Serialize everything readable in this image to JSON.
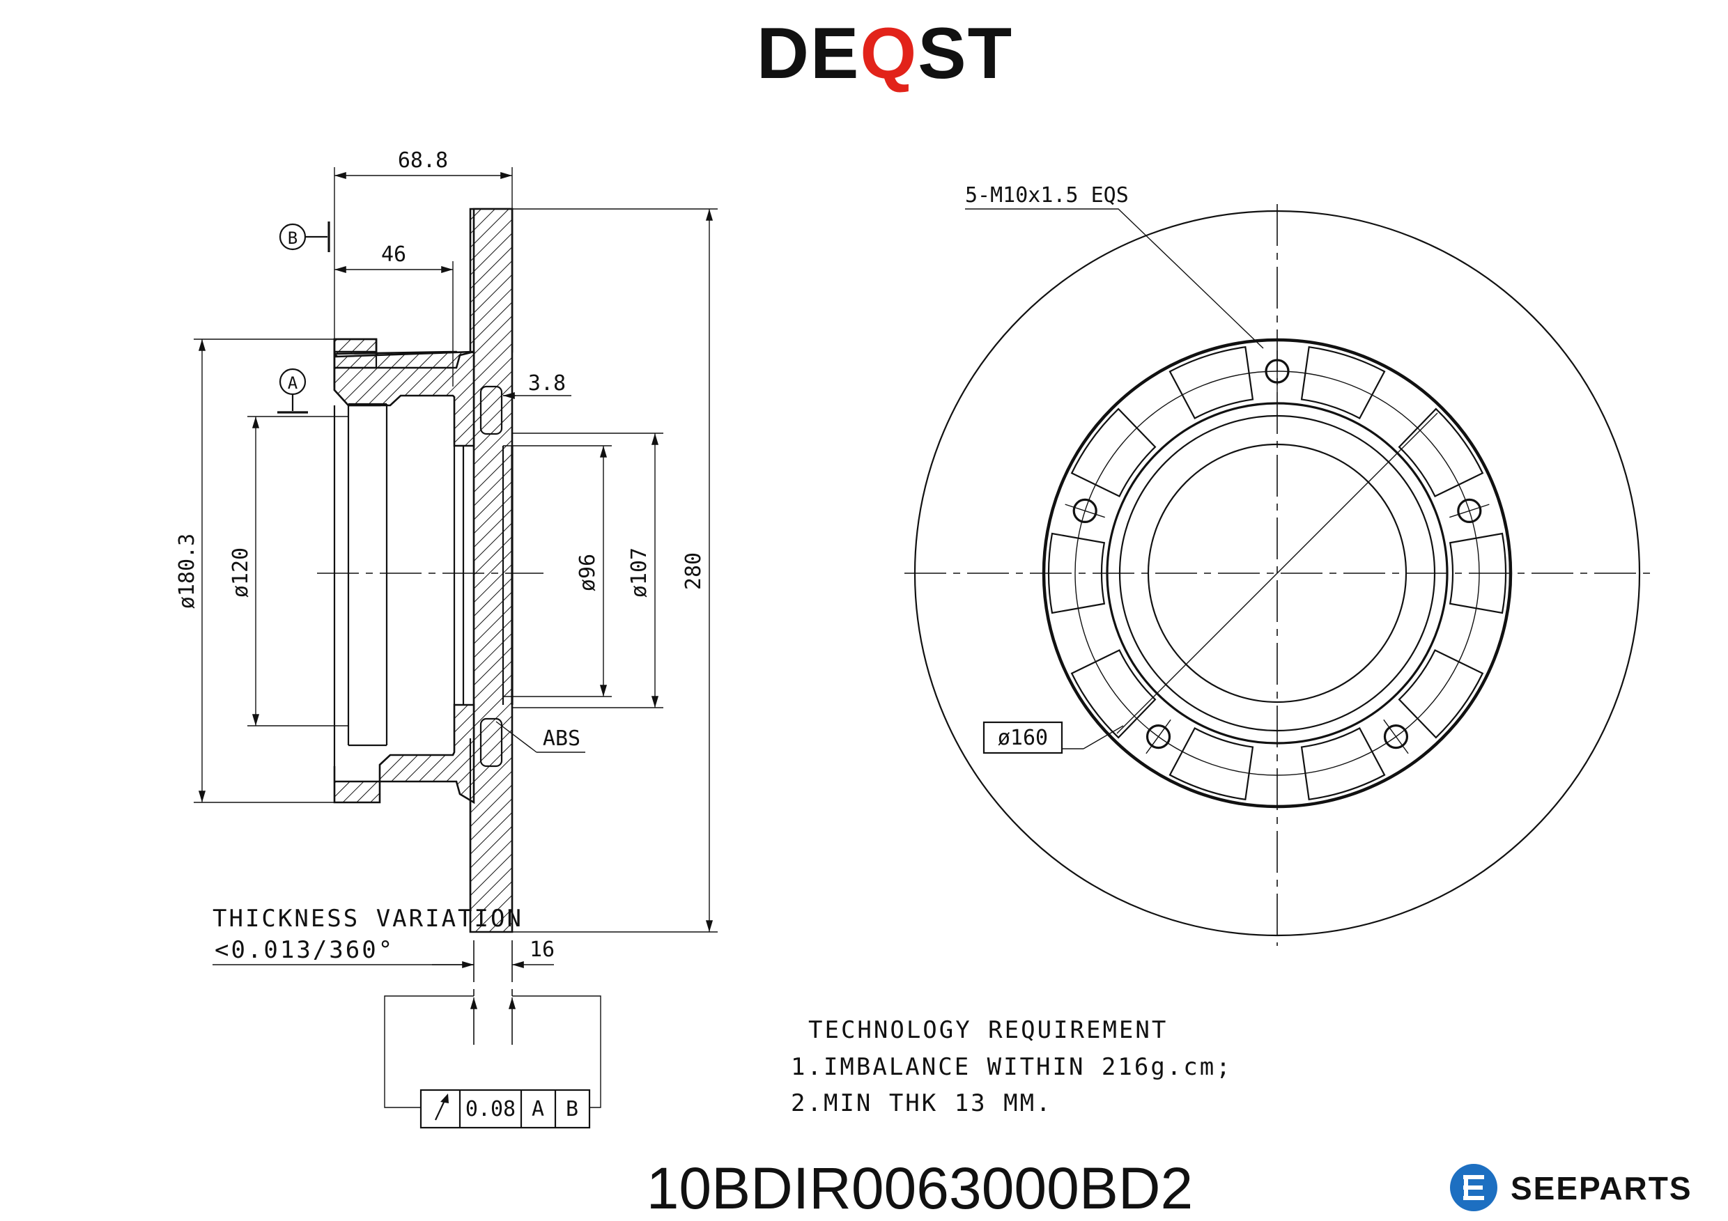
{
  "brand": {
    "logo_prefix": "DE",
    "logo_accent": "Q",
    "logo_suffix": "ST",
    "accent_color": "#e2231a",
    "text_color": "#111111"
  },
  "dimensions": {
    "overall_depth": "68.8",
    "hat_depth": "46",
    "abs_offset": "3.8",
    "outer_diameter": "280",
    "diameter_180": "ø180.3",
    "diameter_120": "ø120",
    "diameter_96": "ø96",
    "diameter_107": "ø107",
    "disc_thickness": "16",
    "pcd": "ø160",
    "bolt_holes": "5-M10x1.5 EQS"
  },
  "datums": {
    "datum_a": "A",
    "datum_b": "B"
  },
  "labels": {
    "abs": "ABS",
    "thickness_variation": "THICKNESS VARIATION",
    "thickness_value": "<0.013/360°"
  },
  "tolerance_frame": {
    "symbol_icon": "runout-arrow-icon",
    "value": "0.08",
    "ref_a": "A",
    "ref_b": "B"
  },
  "requirements": {
    "title": "TECHNOLOGY REQUIREMENT",
    "items": [
      "1.IMBALANCE WITHIN 216g.cm;",
      "2.MIN THK 13 MM."
    ]
  },
  "footer": {
    "part_number": "10BDIR0063000BD2",
    "seeparts_logo": "SEEPARTS",
    "seeparts_icon": "seeparts-logo-icon",
    "seeparts_color": "#1d6fc1"
  }
}
